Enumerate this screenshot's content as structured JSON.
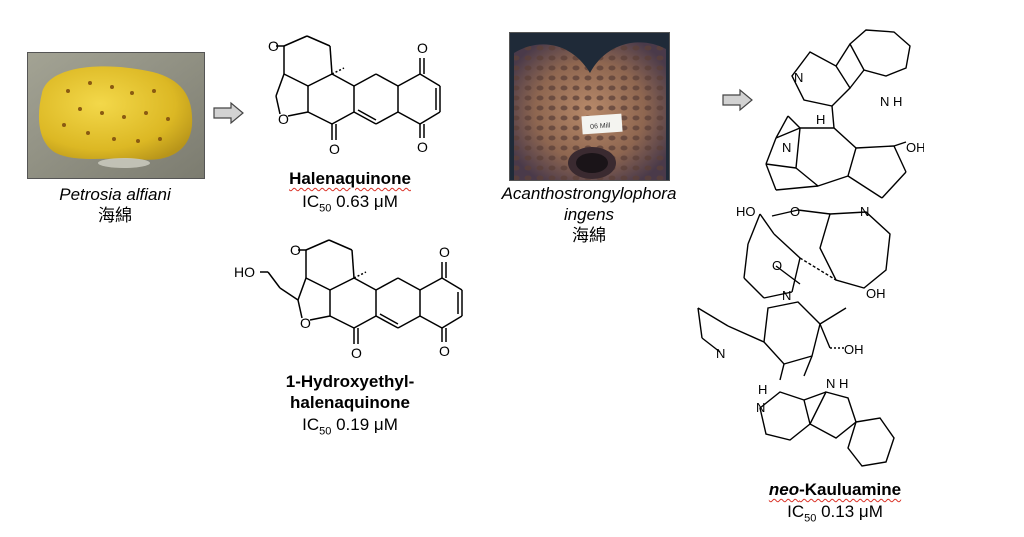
{
  "sponge1": {
    "name": "Petrosia alfiani",
    "type": "海綿"
  },
  "sponge2": {
    "name_line1": "Acanthostrongylophora",
    "name_line2": "ingens",
    "type": "海綿",
    "tag_text": "06 Mill"
  },
  "compound1": {
    "name": "Halenaquinone",
    "ic50_prefix": "IC",
    "ic50_sub": "50",
    "ic50_value": "0.63 μM",
    "atoms": {
      "o1": "O",
      "o2": "O",
      "o3": "O",
      "o4": "O",
      "o5": "O"
    }
  },
  "compound2": {
    "name_line1": "1-Hydroxyethyl-",
    "name_line2": "halenaquinone",
    "ic50_prefix": "IC",
    "ic50_sub": "50",
    "ic50_value": "0.19 μM",
    "atoms": {
      "ho": "HO",
      "o1": "O",
      "o2": "O",
      "o3": "O",
      "o4": "O",
      "o5": "O"
    }
  },
  "compound3": {
    "name_italic": "neo",
    "name_rest": "-Kauluamine",
    "ic50_prefix": "IC",
    "ic50_sub": "50",
    "ic50_value": "0.13 μM",
    "atoms": {
      "n_top_pyr": "N",
      "nh_top": "N",
      "h_top": "H",
      "n_top_amine": "N",
      "oh_top": "OH",
      "h_top2": "H",
      "ho_left": "HO",
      "o_mid": "O",
      "n_mid": "N",
      "o_bridge": "O",
      "n_bridge": "N",
      "oh_mid": "OH",
      "n_bot_amine": "N",
      "oh_bot": "OH",
      "h_bot": "H",
      "n_bot_pyr": "N",
      "nh_bot": "N",
      "h_bot2": "H"
    }
  }
}
